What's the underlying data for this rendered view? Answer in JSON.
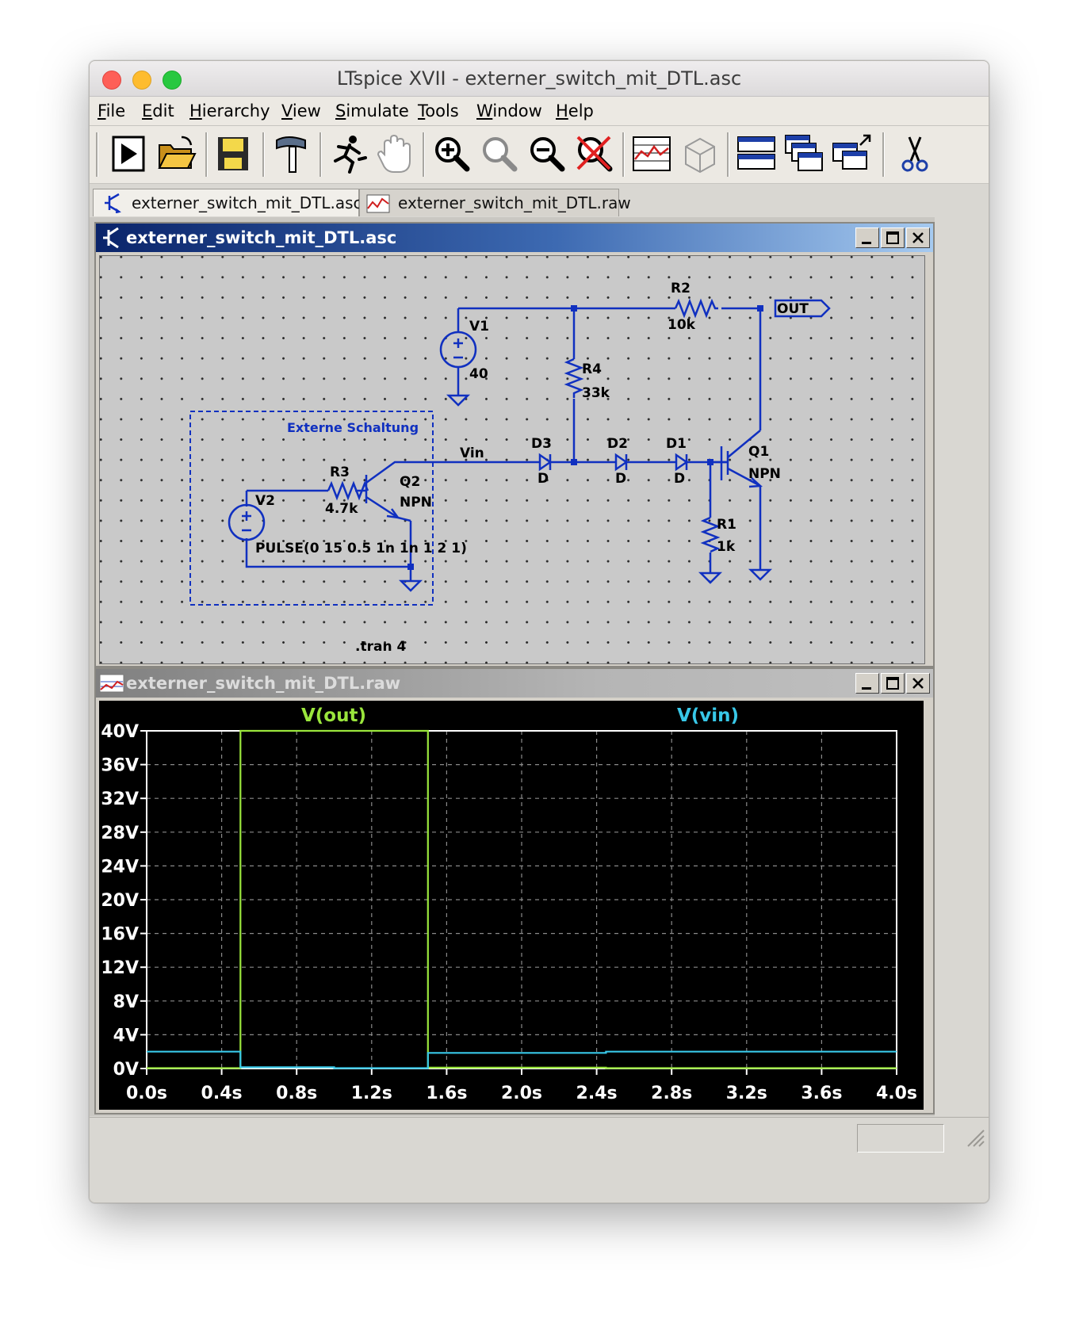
{
  "window": {
    "title": "LTspice XVII - externer_switch_mit_DTL.asc"
  },
  "menu": [
    {
      "label": "File",
      "key": "F",
      "rest": "ile"
    },
    {
      "label": "Edit",
      "key": "E",
      "rest": "dit"
    },
    {
      "label": "Hierarchy",
      "key": "H",
      "rest": "ierarchy"
    },
    {
      "label": "View",
      "key": "V",
      "rest": "iew"
    },
    {
      "label": "Simulate",
      "key": "S",
      "rest": "imulate"
    },
    {
      "label": "Tools",
      "key": "T",
      "rest": "ools"
    },
    {
      "label": "Window",
      "key": "W",
      "rest": "indow"
    },
    {
      "label": "Help",
      "key": "H",
      "rest": "elp"
    }
  ],
  "toolbar_icons": [
    "run-icon",
    "open-icon",
    "save-icon",
    "hammer-icon",
    "runner-icon",
    "hand-icon",
    "zoom-in-icon",
    "zoom-area-icon",
    "zoom-out-icon",
    "zoom-cancel-icon",
    "waveform-icon",
    "3d-box-icon",
    "tile-icon",
    "cascade-icon",
    "arrange-icon",
    "scissors-icon"
  ],
  "tabs": [
    {
      "label": "externer_switch_mit_DTL.asc"
    },
    {
      "label": "externer_switch_mit_DTL.raw"
    }
  ],
  "schematic_window": {
    "title": "externer_switch_mit_DTL.asc",
    "labels": {
      "r2": "R2",
      "r2_val": "10k",
      "v1": "V1",
      "v1_val": "40",
      "out": "OUT",
      "r4": "R4",
      "r4_val": "33k",
      "box_title": "Externe Schaltung",
      "vin": "Vin",
      "d3": "D3",
      "d3_model": "D",
      "d2": "D2",
      "d2_model": "D",
      "d1": "D1",
      "d1_model": "D",
      "q1": "Q1",
      "q1_model": "NPN",
      "r3": "R3",
      "r3_val": "4.7k",
      "q2": "Q2",
      "q2_model": "NPN",
      "v2": "V2",
      "v2_val": "PULSE(0 15 0.5 1n 1n 1 2 1)",
      "r1": "R1",
      "r1_val": "1k",
      "tran": ".tran 4"
    }
  },
  "waveform_window": {
    "title": "externer_switch_mit_DTL.raw"
  },
  "chart_data": {
    "type": "line",
    "xlabel": "",
    "ylabel": "",
    "xlim": [
      0,
      4
    ],
    "ylim": [
      0,
      40
    ],
    "grid": true,
    "background": "#000000",
    "x_ticks": [
      "0.0s",
      "0.4s",
      "0.8s",
      "1.2s",
      "1.6s",
      "2.0s",
      "2.4s",
      "2.8s",
      "3.2s",
      "3.6s",
      "4.0s"
    ],
    "x_tick_values": [
      0,
      0.4,
      0.8,
      1.2,
      1.6,
      2.0,
      2.4,
      2.8,
      3.2,
      3.6,
      4.0
    ],
    "y_ticks": [
      "0V",
      "4V",
      "8V",
      "12V",
      "16V",
      "20V",
      "24V",
      "28V",
      "32V",
      "36V",
      "40V"
    ],
    "y_tick_values": [
      0,
      4,
      8,
      12,
      16,
      20,
      24,
      28,
      32,
      36,
      40
    ],
    "series": [
      {
        "name": "V(out)",
        "color": "#9ae63c",
        "x": [
          0,
          0.5,
          0.5,
          1.5,
          1.5,
          2.45,
          2.45,
          4.0
        ],
        "y": [
          0.05,
          0.05,
          40,
          40,
          0.1,
          0.1,
          0.05,
          0.05
        ]
      },
      {
        "name": "V(vin)",
        "color": "#38c8e8",
        "x": [
          0,
          0.5,
          0.5,
          1.0,
          1.0,
          1.5,
          1.5,
          2.45,
          2.45,
          4.0
        ],
        "y": [
          2.0,
          2.0,
          0.15,
          0.15,
          0.05,
          0.05,
          1.85,
          1.85,
          2.0,
          2.0
        ]
      }
    ]
  }
}
